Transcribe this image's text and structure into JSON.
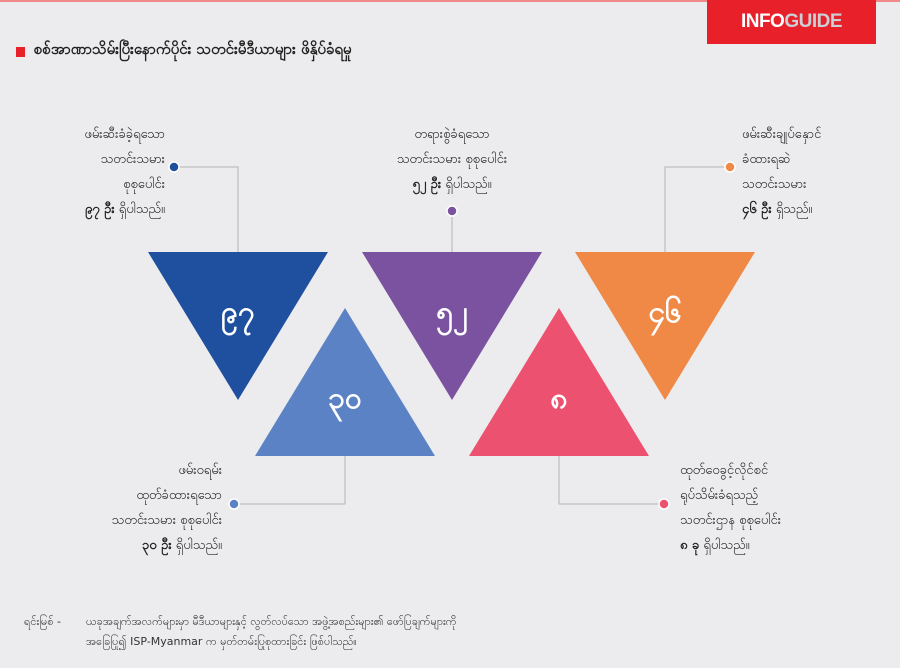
{
  "brand": {
    "part1": "INFO",
    "part2": "GUIDE"
  },
  "title": "စစ်အာဏာသိမ်းပြီးနောက်ပိုင်း သတင်းမီဒီယာများ ဖိနှိပ်ခံရမှု",
  "colors": {
    "dark_blue": "#1f4f9f",
    "purple": "#7b52a0",
    "orange": "#ef8945",
    "light_blue": "#5b82c5",
    "pink": "#ec5170",
    "accent": "#e8202a"
  },
  "items": [
    {
      "number": "၉၇",
      "lines": [
        "ဖမ်းဆီးခံခဲ့ရသော",
        "သတင်းသမား",
        "စုစုပေါင်း"
      ],
      "count": "၉၇ ဦး",
      "suffix": "ရှိပါသည်။"
    },
    {
      "number": "၅၂",
      "lines": [
        "တရားစွဲခံရသော",
        "သတင်းသမား စုစုပေါင်း"
      ],
      "count": "၅၂ ဦး",
      "suffix": "ရှိပါသည်။"
    },
    {
      "number": "၄၆",
      "lines": [
        "ဖမ်းဆီးချုပ်နှောင်",
        "ခံထားရဆဲ",
        "သတင်းသမား"
      ],
      "count": "၄၆ ဦး",
      "suffix": "ရှိသည်။"
    },
    {
      "number": "၃၀",
      "lines": [
        "ဖမ်းဝရမ်း",
        "ထုတ်ခံထားရသော",
        "သတင်းသမား စုစုပေါင်း"
      ],
      "count": "၃၀ ဦး",
      "suffix": "ရှိပါသည်။"
    },
    {
      "number": "၈",
      "lines": [
        "ထုတ်ဝေခွင့်လိုင်စင်",
        "ရုပ်သိမ်းခံရသည့်",
        "သတင်းဌာန စုစုပေါင်း"
      ],
      "count": "၈ ခု",
      "suffix": "ရှိပါသည်။"
    }
  ],
  "source": {
    "label": "ရင်းမြစ် -",
    "line1": "ယခုအချက်အလက်များမှာ မီဒီယာများနှင့် လွတ်လပ်သော အဖွဲ့အစည်းများ၏ ဖော်ပြချက်များကို",
    "line2": "အခြေပြု၍ ISP-Myanmar က မှတ်တမ်းပြုစုထားခြင်း ဖြစ်ပါသည်။"
  }
}
